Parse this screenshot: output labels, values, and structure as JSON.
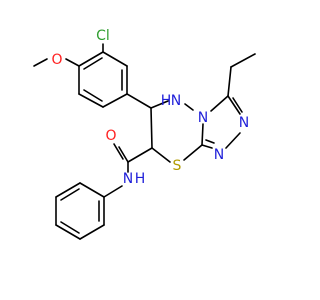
{
  "colors": {
    "bond": "#000000",
    "N": "#1f1fd9",
    "O": "#ff2020",
    "S": "#b29b00",
    "Cl": "#2f9e2f",
    "C": "#000000"
  },
  "atoms": [
    {
      "id": "cl",
      "label": "Cl",
      "element": "Cl"
    },
    {
      "id": "o_methoxy",
      "label": "O",
      "element": "O"
    },
    {
      "id": "nh_ring",
      "label": "N",
      "h": "H",
      "element": "N"
    },
    {
      "id": "n_bridge",
      "label": "N",
      "element": "N"
    },
    {
      "id": "n_triazole_a",
      "label": "N",
      "element": "N"
    },
    {
      "id": "n_triazole_b",
      "label": "N",
      "element": "N"
    },
    {
      "id": "s_ring",
      "label": "S",
      "element": "S"
    },
    {
      "id": "o_carbonyl",
      "label": "O",
      "element": "O"
    },
    {
      "id": "n_amide",
      "label": "N",
      "h": "H",
      "element": "N"
    }
  ]
}
